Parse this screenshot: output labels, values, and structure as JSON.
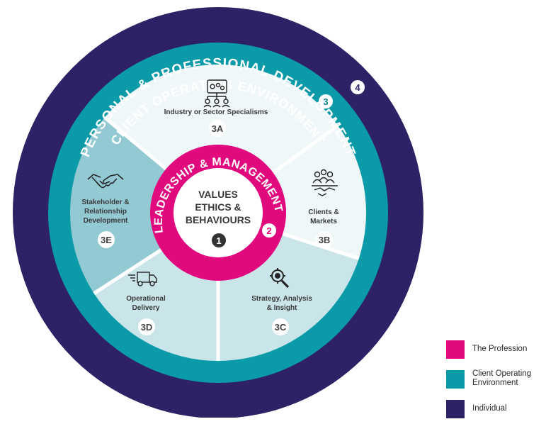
{
  "colors": {
    "individual": "#2e2165",
    "client_operating_environment": "#0b9aa8",
    "profession": "#e0097e",
    "segment_3a": "#f0f7f9",
    "segment_3b": "#f0f7f9",
    "segment_3c": "#c9e5ea",
    "segment_3d": "#c9e5ea",
    "segment_3e": "#93c9d3"
  },
  "rings": {
    "outer_title": "PERSONAL & PROFESSIONAL DEVELOPMENT",
    "outer_number": "4",
    "middle_title": "CLIENT OPERATING ENVIRONMENT",
    "middle_number": "3",
    "inner_title": "LEADERSHIP & MANAGEMENT",
    "inner_number": "2"
  },
  "center": {
    "line1": "VALUES",
    "line2": "ETHICS &",
    "line3": "BEHAVIOURS",
    "number": "1"
  },
  "segments": [
    {
      "id": "3A",
      "label_lines": [
        "Industry or Sector Specialisms"
      ],
      "icon": "network-gears-icon"
    },
    {
      "id": "3B",
      "label_lines": [
        "Clients &",
        "Markets"
      ],
      "icon": "people-handshake-icon"
    },
    {
      "id": "3C",
      "label_lines": [
        "Strategy, Analysis",
        "& Insight"
      ],
      "icon": "magnifier-gear-icon"
    },
    {
      "id": "3D",
      "label_lines": [
        "Operational",
        "Delivery"
      ],
      "icon": "delivery-truck-icon"
    },
    {
      "id": "3E",
      "label_lines": [
        "Stakeholder &",
        "Relationship",
        "Development"
      ],
      "icon": "handshake-icon"
    }
  ],
  "legend": [
    {
      "label_lines": [
        "The Profession"
      ],
      "color": "#e0097e"
    },
    {
      "label_lines": [
        "Client Operating",
        "Environment"
      ],
      "color": "#0b9aa8"
    },
    {
      "label_lines": [
        "Individual"
      ],
      "color": "#2e2165"
    }
  ]
}
